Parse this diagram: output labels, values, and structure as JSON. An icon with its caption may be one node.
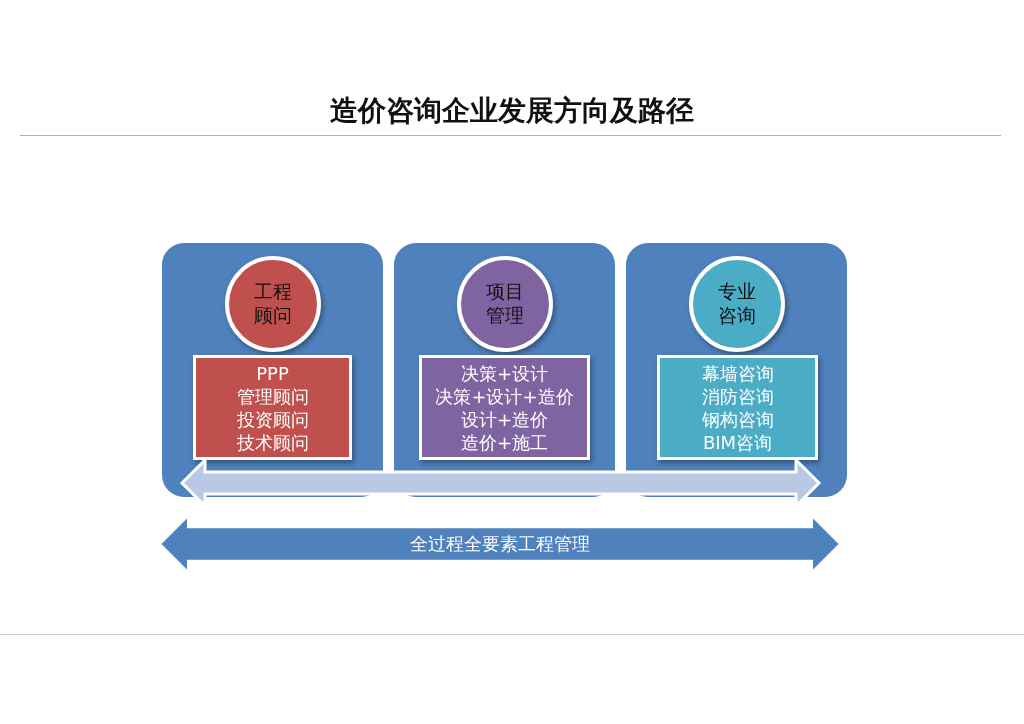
{
  "diagram": {
    "title": "造价咨询企业发展方向及路径",
    "nodes": [
      {
        "text": [],
        "shape": "box"
      },
      {
        "text": [
          "工程顾问"
        ],
        "in": 0
      },
      {
        "text": [
          "PPP",
          "管理顾问",
          "投资顾问",
          "技术顾问"
        ],
        "in": 0
      },
      {
        "text": [],
        "shape": "box"
      },
      {
        "text": [
          "项目管理"
        ],
        "in": 3
      },
      {
        "text": [
          "决策+设计",
          "决策+设计+造价",
          "设计+造价",
          "造价+施工"
        ],
        "in": 3
      },
      {
        "text": [],
        "shape": "box"
      },
      {
        "text": [
          "专业咨询"
        ],
        "in": 6
      },
      {
        "text": [
          "幕墙咨询",
          "消防咨询",
          "钢构咨询",
          "BIM咨询"
        ],
        "in": 6
      },
      {
        "text": [
          "全过程全要素工程管理"
        ]
      }
    ]
  }
}
